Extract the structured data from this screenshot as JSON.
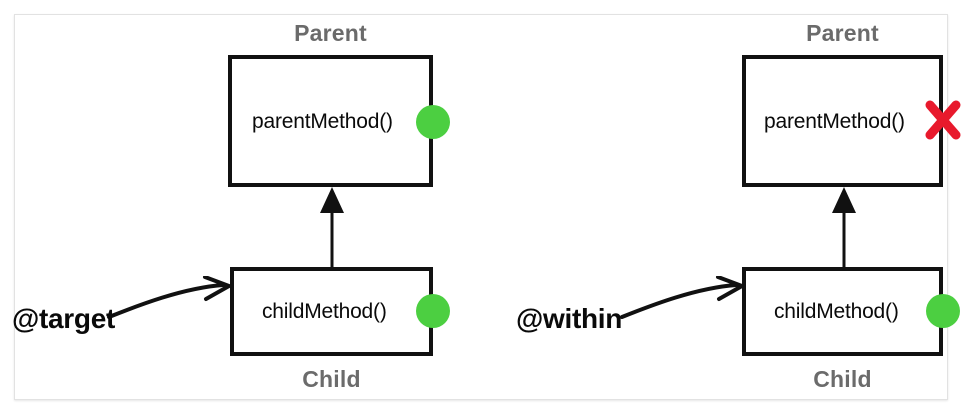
{
  "figure": {
    "type": "uml-class-diagram",
    "background_color": "#ffffff",
    "frame_border_color": "#e2e2e2",
    "colors": {
      "box_border": "#111111",
      "caption_text": "#6b6b6b",
      "method_text": "#0a0a0a",
      "annotation_text": "#0a0a0a",
      "match_dot_green": "#4ccf41",
      "nomatch_cross_red": "#e8192c"
    }
  },
  "panels": [
    {
      "id": "target-panel",
      "annotation": "@target",
      "parent": {
        "caption": "Parent",
        "method": "parentMethod()",
        "marker": "green-dot"
      },
      "child": {
        "caption": "Child",
        "method": "childMethod()",
        "marker": "green-dot"
      }
    },
    {
      "id": "within-panel",
      "annotation": "@within",
      "parent": {
        "caption": "Parent",
        "method": "parentMethod()",
        "marker": "red-cross"
      },
      "child": {
        "caption": "Child",
        "method": "childMethod()",
        "marker": "green-dot"
      }
    }
  ]
}
